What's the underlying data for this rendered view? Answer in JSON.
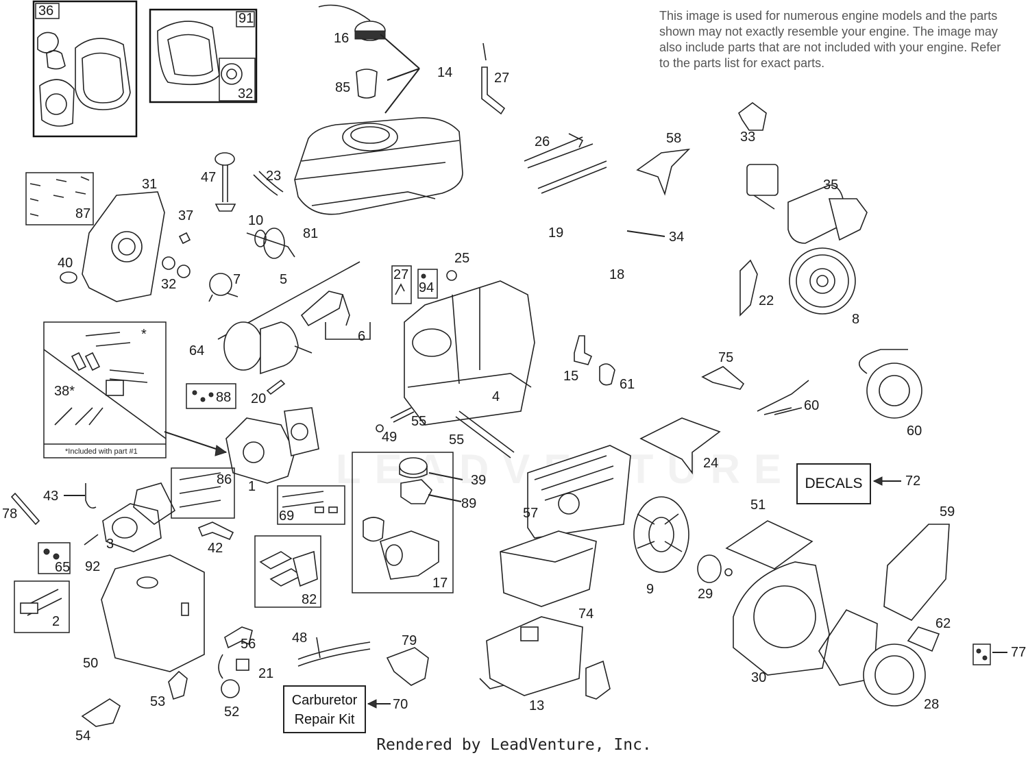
{
  "disclaimer": "This image is used for numerous engine models and the parts shown may not exactly resemble your engine. The image may also include parts that are not included with your engine. Refer to the parts list for exact parts.",
  "footer": "Rendered by LeadVenture, Inc.",
  "watermark": "LEADVENTURE",
  "decals_label": "DECALS",
  "carb_kit_line1": "Carburetor",
  "carb_kit_line2": "Repair Kit",
  "inset_note": "*Included with part #1",
  "callouts": {
    "c36": "36",
    "c91": "91",
    "c32a": "32",
    "c16": "16",
    "c14": "14",
    "c85": "85",
    "c27a": "27",
    "c26": "26",
    "c58": "58",
    "c33": "33",
    "c35": "35",
    "c31": "31",
    "c87": "87",
    "c47": "47",
    "c23": "23",
    "c37": "37",
    "c10": "10",
    "c81": "81",
    "c19": "19",
    "c34": "34",
    "c18": "18",
    "c40": "40",
    "c32b": "32",
    "c7": "7",
    "c5": "5",
    "c25": "25",
    "c27b": "27",
    "c94": "94",
    "c22": "22",
    "c8": "8",
    "c6": "6",
    "c64": "64",
    "c38": "38*",
    "cstar": "*",
    "c4": "4",
    "c15": "15",
    "c61": "61",
    "c75": "75",
    "c20": "20",
    "c88": "88",
    "c55a": "55",
    "c49": "49",
    "c60a": "60",
    "c60b": "60",
    "c55b": "55",
    "c39": "39",
    "c24": "24",
    "c72": "72",
    "c86": "86",
    "c1": "1",
    "c89": "89",
    "c57": "57",
    "c51": "51",
    "c59": "59",
    "c78": "78",
    "c43": "43",
    "c3": "3",
    "c69": "69",
    "c42": "42",
    "c65": "65",
    "c92": "92",
    "c17": "17",
    "c9": "9",
    "c29": "29",
    "c74": "74",
    "c2": "2",
    "c82": "82",
    "c62": "62",
    "c77": "77",
    "c50": "50",
    "c56": "56",
    "c48": "48",
    "c79": "79",
    "c21": "21",
    "c30": "30",
    "c53": "53",
    "c52": "52",
    "c70": "70",
    "c13": "13",
    "c28": "28",
    "c54": "54"
  }
}
